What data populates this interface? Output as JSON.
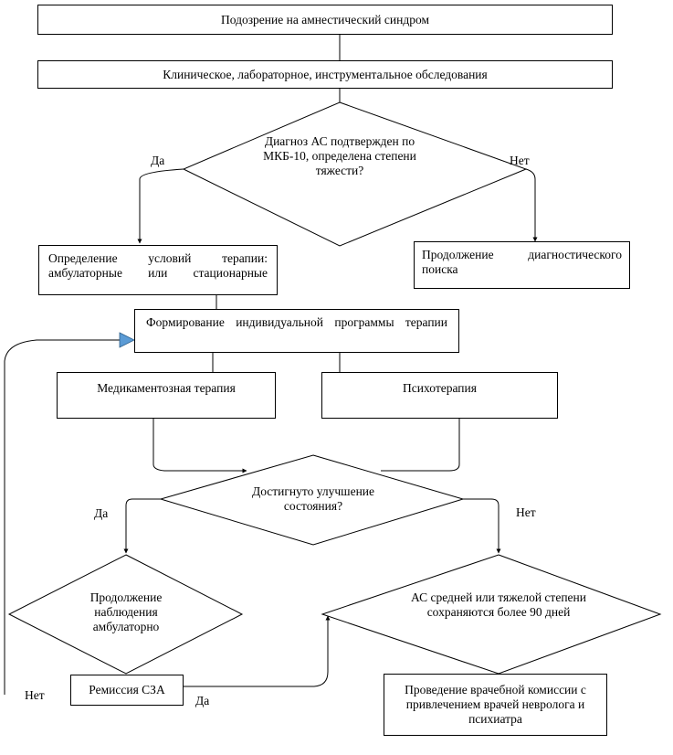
{
  "nodes": {
    "start": "Подозрение на амнестический синдром",
    "exam": "Клиническое, лабораторное, инструментальное обследования",
    "decision1": "Диагноз АС подтвержден по МКБ-10, определена степени тяжести?",
    "conditions": "Определение условий терапии: амбулаторные или стационарные",
    "diag_continue": "Продолжение диагностического поиска",
    "program": "Формирование индивидуальной программы терапии",
    "med_therapy": "Медикаментозная терапия",
    "psychotherapy": "Психотерапия",
    "decision2": "Достигнуто улучшение состояния?",
    "observation": "Продолжение наблюдения амбулаторно",
    "persist": "АС средней или тяжелой степени сохраняются более 90 дней",
    "remission": "Ремиссия СЗА",
    "commission": "Проведение врачебной комиссии с привлечением врачей невролога и психиатра"
  },
  "labels": {
    "d1_yes": "Да",
    "d1_no": "Нет",
    "d2_yes": "Да",
    "d2_no": "Нет",
    "remission_yes": "Да",
    "loop_no": "Нет"
  },
  "colors": {
    "line": "#000000",
    "loop_arrow": "#5b9bd5"
  }
}
